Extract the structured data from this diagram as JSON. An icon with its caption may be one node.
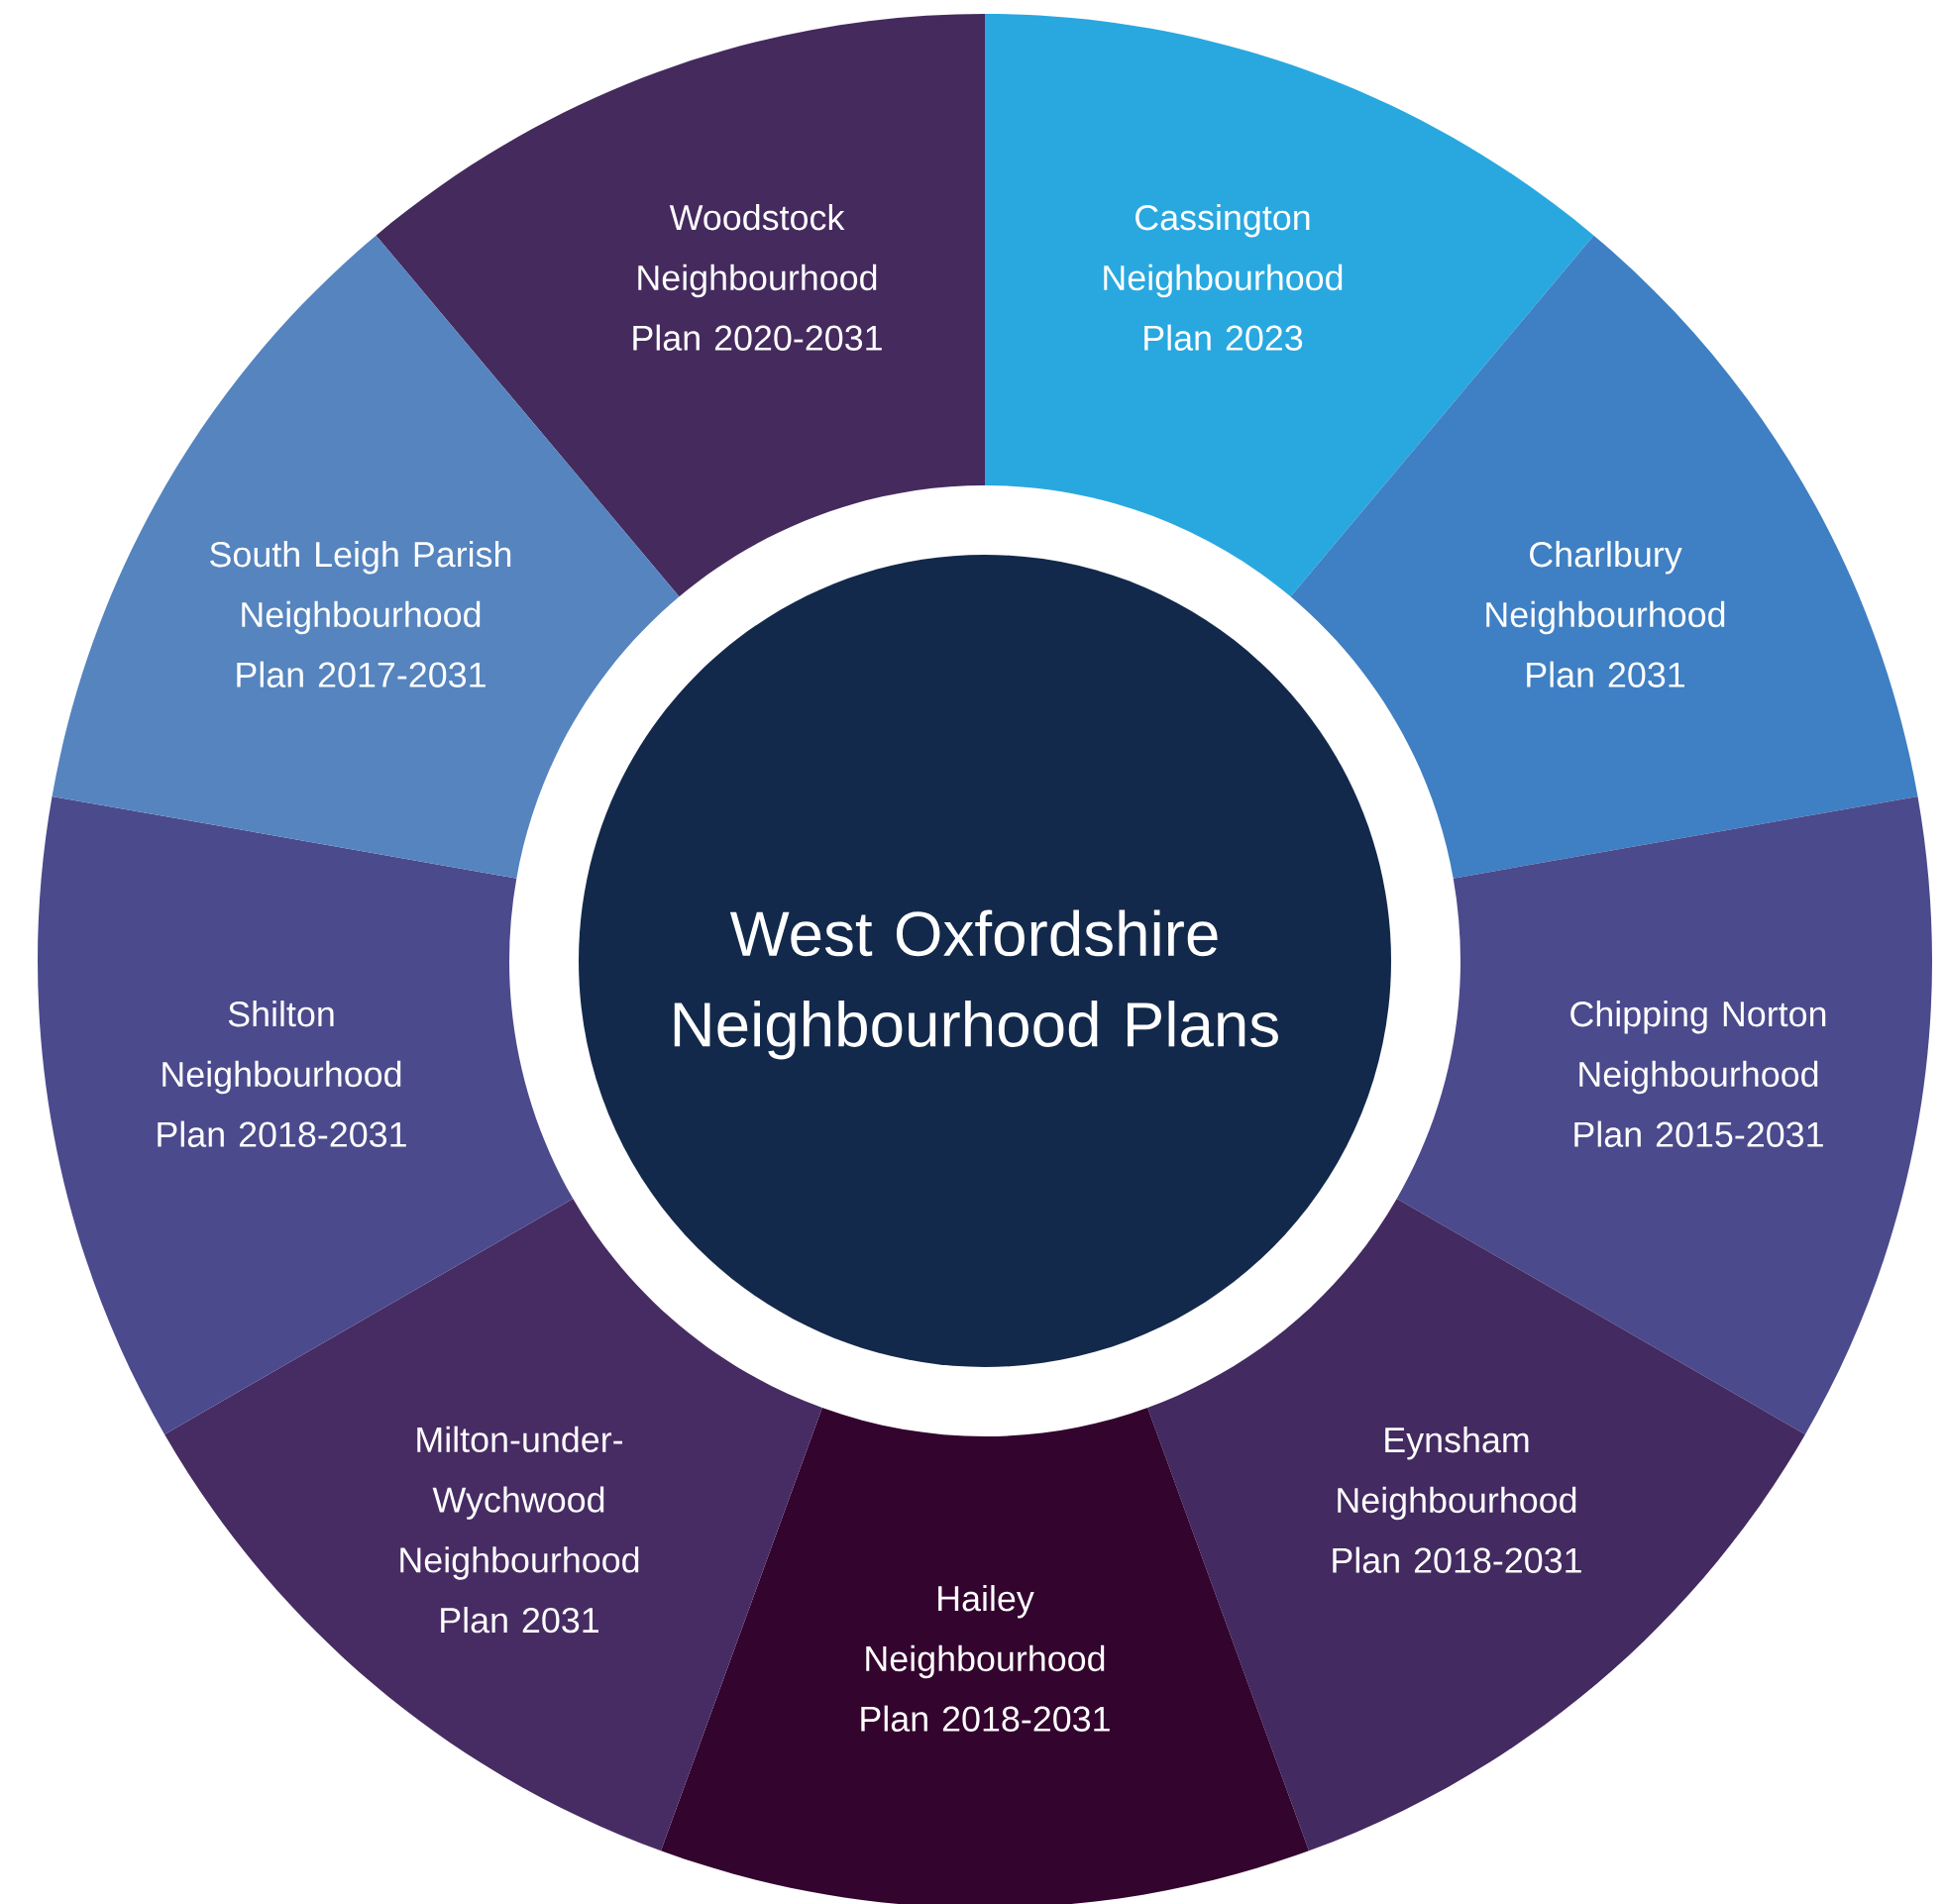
{
  "diagram": {
    "nodes": [
      {
        "text": [
          "West Oxfordshire Neighbourhood Plans"
        ]
      },
      {
        "text": [
          "Woodstock Neighbourhood Plan 2020-2031"
        ]
      },
      {
        "text": [
          "Cassington Neighbourhood Plan 2023"
        ]
      },
      {
        "text": [
          "Charlbury Neighbourhood Plan 2031"
        ]
      },
      {
        "text": [
          "Chipping Norton Neighbourhood Plan 2015-2031"
        ]
      },
      {
        "text": [
          "Eynsham Neighbourhood Plan 2018-2031"
        ]
      },
      {
        "text": [
          "Hailey Neighbourhood Plan 2018-2031"
        ]
      },
      {
        "text": [
          "Milton-under-Wychwood Neighbourhood Plan 2031"
        ]
      },
      {
        "text": [
          "Shilton Neighbourhood Plan 2018-2031"
        ]
      },
      {
        "text": [
          "South Leigh Parish Neighbourhood Plan 2017-2031"
        ]
      }
    ]
  }
}
